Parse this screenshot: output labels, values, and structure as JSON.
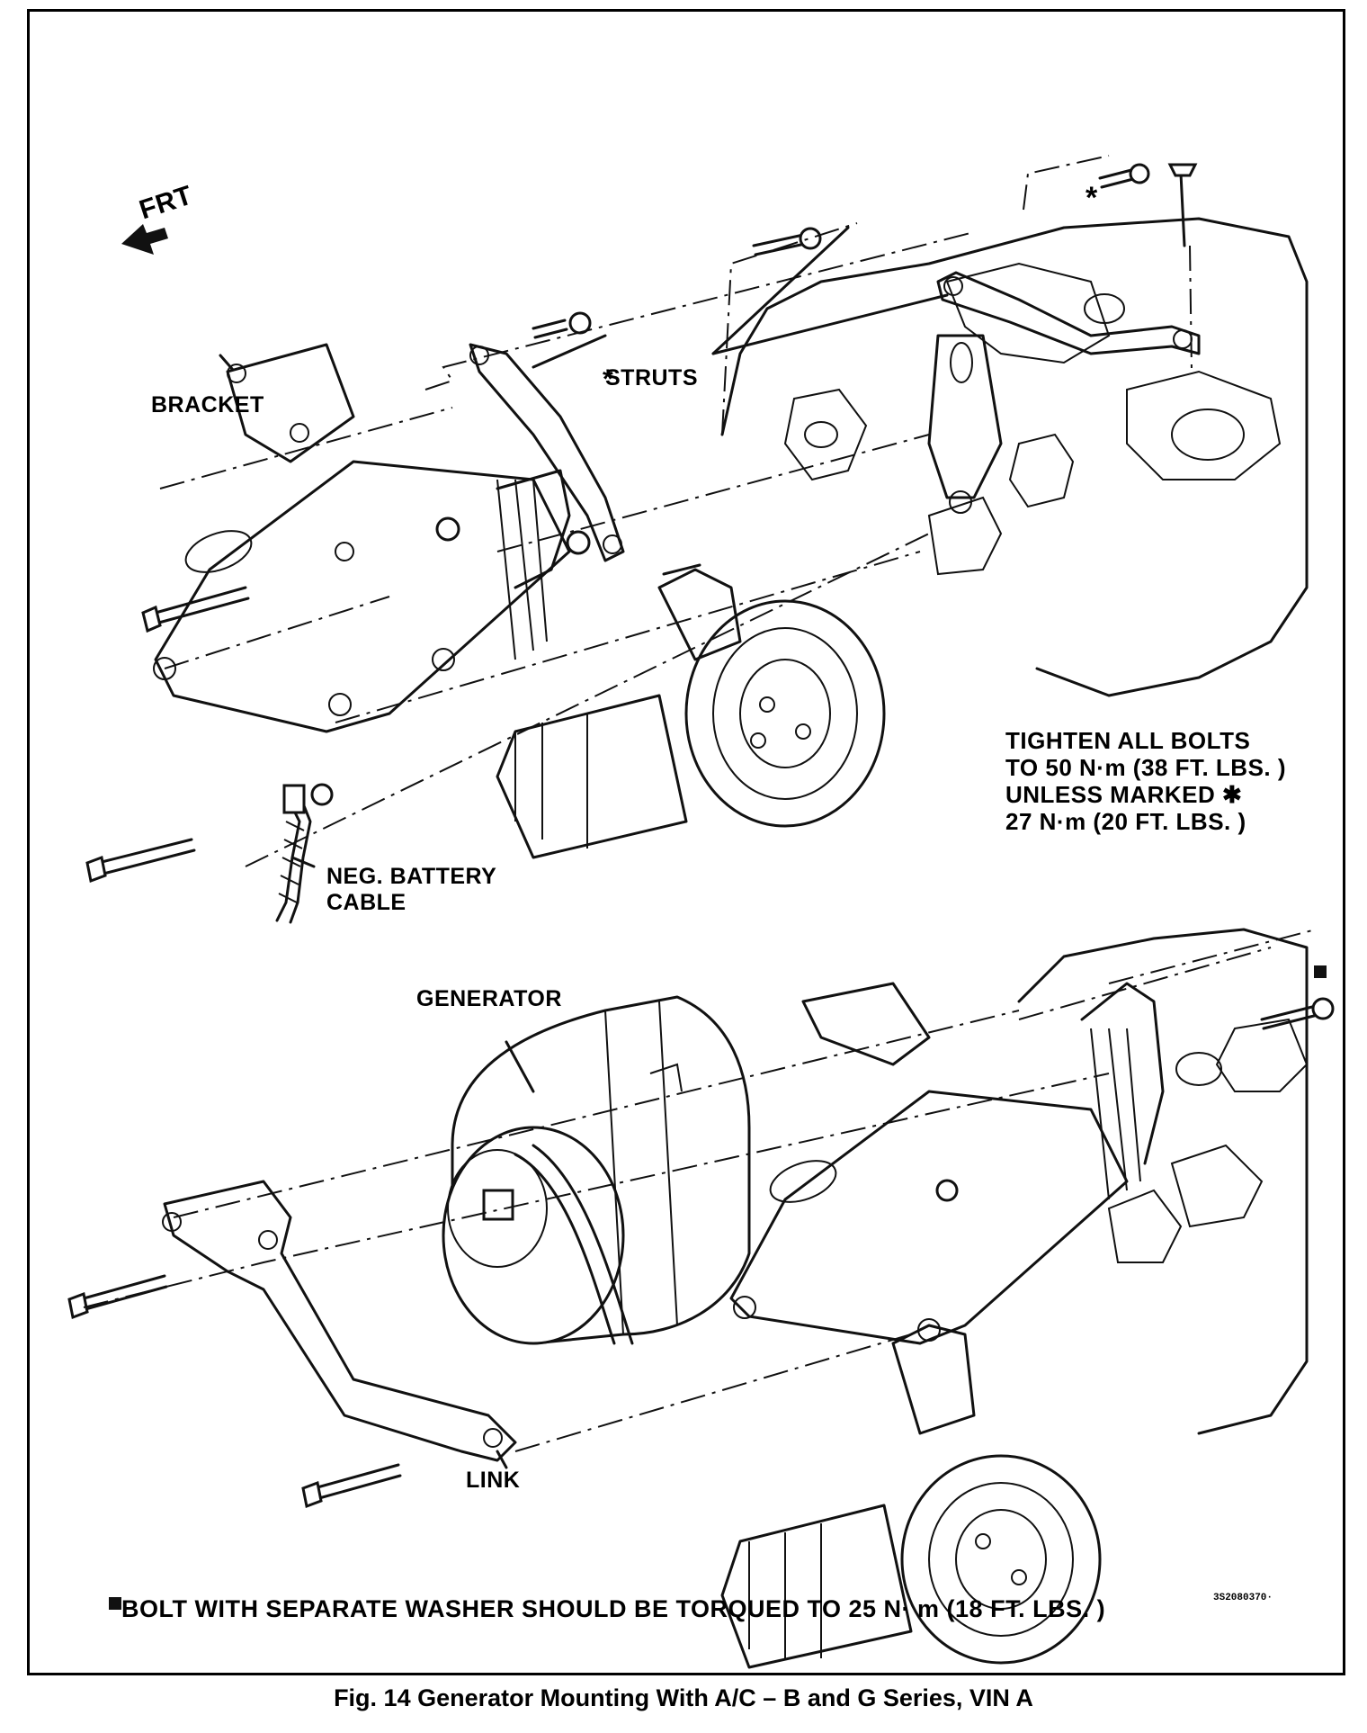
{
  "labels": {
    "front": "FRT",
    "bracket": "BRACKET",
    "struts": "STRUTS",
    "neg_battery_cable_line1": "NEG. BATTERY",
    "neg_battery_cable_line2": "CABLE",
    "generator": "GENERATOR",
    "link": "LINK",
    "asterisk": "*"
  },
  "torque_note": {
    "line1": "TIGHTEN ALL BOLTS",
    "line2": "TO 50 N·m (38 FT. LBS. )",
    "line3": "UNLESS MARKED ✱",
    "line4": "27 N·m (20 FT. LBS. )"
  },
  "washer_note": "BOLT WITH SEPARATE WASHER SHOULD BE TORQUED TO 25 N· m (18 FT. LBS. )",
  "figure_code": "3S2080370·",
  "caption": "Fig. 14 Generator Mounting With A/C – B and G Series, VIN A"
}
